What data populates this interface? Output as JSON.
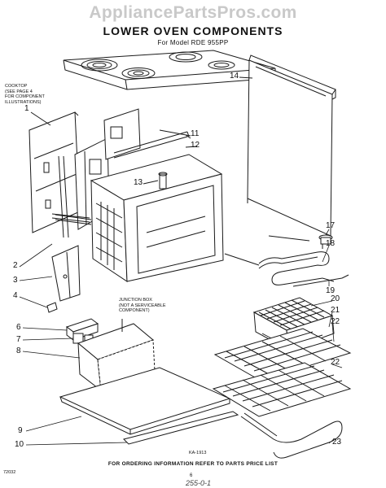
{
  "watermark": "AppliancePartsPros.com",
  "title": "LOWER OVEN COMPONENTS",
  "subtitle": "For Model RDE 955PP",
  "notes": {
    "cooktop": [
      "COOKTOP",
      "(SEE PAGE 4",
      "FOR COMPONENT",
      "ILLUSTRATIONS)"
    ],
    "junction_box": [
      "JUNCTION BOX",
      "(NOT A SERVICEABLE",
      "COMPONENT)"
    ]
  },
  "callouts": {
    "c1": "1",
    "c2": "2",
    "c3": "3",
    "c4": "4",
    "c6": "6",
    "c7": "7",
    "c8": "8",
    "c9": "9",
    "c10": "10",
    "c11": "11",
    "c12": "12",
    "c13": "13",
    "c14": "14",
    "c17": "17",
    "c18": "18",
    "c19": "19",
    "c20": "20",
    "c21": "21",
    "c22a": "22",
    "c22b": "22",
    "c23": "23"
  },
  "drawing_ref": "KA-1913",
  "footer": "FOR ORDERING INFORMATION REFER TO PARTS PRICE LIST",
  "page_number": "6",
  "corner_code": "72032",
  "bottom_scrawl": "255-0-1",
  "colors": {
    "line": "#1a1a1a",
    "watermark": "#c9c9c9",
    "background": "#ffffff"
  }
}
